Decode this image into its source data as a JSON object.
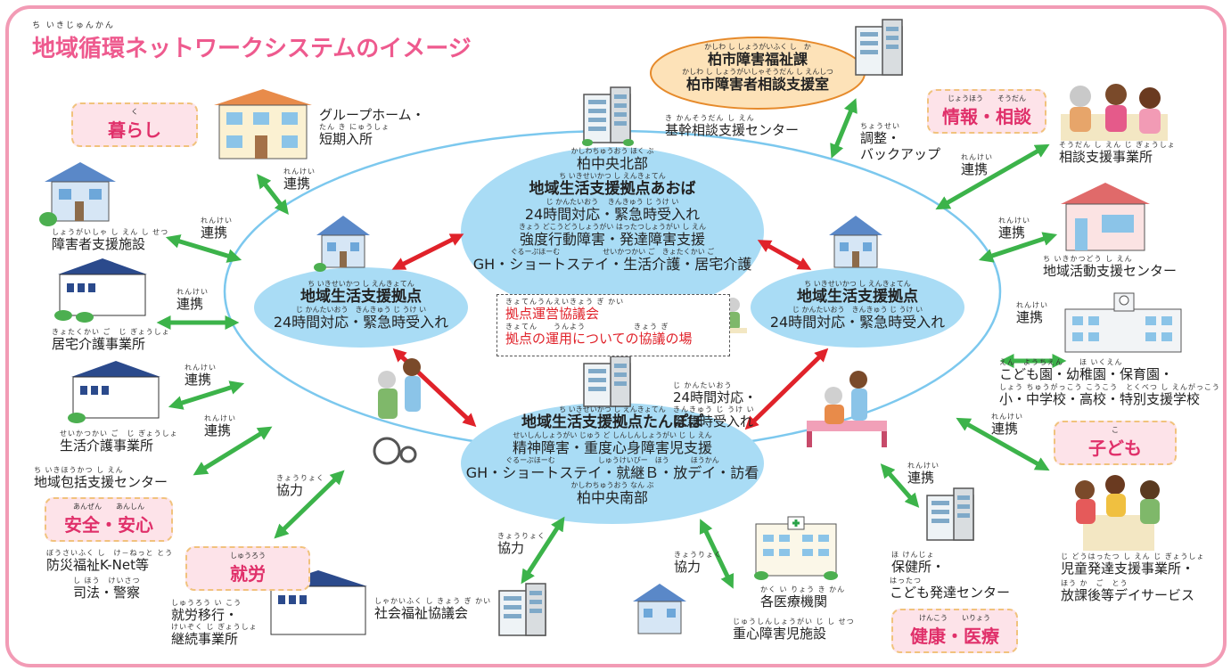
{
  "title": {
    "ruby": "ち いきじゅんかん",
    "text": "地域循環ネットワークシステムのイメージ"
  },
  "categories": {
    "kurashi": {
      "ruby": "く",
      "text": "暮らし"
    },
    "anzen": {
      "ruby": "あんぜん　　あんしん",
      "text": "安全・安心"
    },
    "shuro": {
      "ruby": "しゅうろう",
      "text": "就労"
    },
    "joho": {
      "ruby": "じょうほう　　そうだん",
      "text": "情報・相談"
    },
    "kodomo": {
      "ruby": "こ",
      "text": "子ども"
    },
    "kenko": {
      "ruby": "けんこう　　いりょう",
      "text": "健康・医療"
    }
  },
  "oval_box": {
    "line1_ruby": "かしわ し しょうがいふく し　か",
    "line1": "柏市障害福祉課",
    "line2_ruby": "かしわ し しょうがいしゃそうだん し えんしつ",
    "line2": "柏市障害者相談支援室"
  },
  "center": {
    "kikan_ruby": "き かんそうだん し えん",
    "kikan": "基幹相談支援センター",
    "adjust_ruby": "ちょうせい",
    "adjust1": "調整・",
    "adjust2": "バックアップ"
  },
  "hub_aoba": {
    "area_ruby": "かしわちゅうおう ほく ぶ",
    "area": "柏中央北部",
    "name_ruby": "ち いきせいかつ し えんきょてん",
    "name": "地域生活支援拠点あおば",
    "l1_ruby": "じ かんたいおう　 きんきゅう じ うけ い",
    "l1": "24時間対応・緊急時受入れ",
    "l2_ruby": "きょう どこうどうしょうがい はったつしょうがい し えん",
    "l2": "強度行動障害・発達障害支援",
    "l3_ruby": "ぐるーぷほーむ　　　　　　せいかつかい ご　きょたくかい ご",
    "l3": "GH・ショートステイ・生活介護・居宅介護"
  },
  "hub_left": {
    "name_ruby": "ち いきせいかつ し えんきょてん",
    "name": "地域生活支援拠点",
    "l1_ruby": "じ かんたいおう　きんきゅう じ うけ い",
    "l1": "24時間対応・緊急時受入れ"
  },
  "hub_right": {
    "name_ruby": "ち いきせいかつ し えんきょてん",
    "name": "地域生活支援拠点",
    "l1_ruby": "じ かんたいおう　きんきゅう じ うけ い",
    "l1": "24時間対応・緊急時受入れ"
  },
  "council": {
    "l1_ruby": "きょてんうんえいきょう ぎ かい",
    "l1": "拠点運営協議会",
    "l2_ruby": "きょてん　　うんよう　　　　　　きょう ぎ",
    "l2": "拠点の運用についての協議の場"
  },
  "center_24": {
    "ruby1": "じ かんたいおう",
    "l1": "24時間対応・",
    "ruby2": "きんきゅう じ うけ い",
    "l2": "緊急時受入れ"
  },
  "hub_tanpopo": {
    "name_ruby": "ち いきせいかつ し えんきょてん",
    "name": "地域生活支援拠点たんぽぽ",
    "l1_ruby": "せいしんしょうがい じゅう ど しんしんしょうがい じ し えん",
    "l1": "精神障害・重度心身障害児支援",
    "l2_ruby": "ぐるーぷほーむ　　　　　　しゅうけいびー　ほう　　　ほうかん",
    "l2": "GH・ショートステイ・就継Ｂ・放デイ・訪看",
    "area_ruby": "かしわちゅうおう なん ぶ",
    "area": "柏中央南部"
  },
  "links": {
    "renkei_ruby": "れんけい",
    "renkei": "連携",
    "kyoryoku_ruby": "きょうりょく",
    "kyoryoku": "協力"
  },
  "left_items": {
    "gh_ruby": "たん き にゅうしょ",
    "gh1": "グループホーム・",
    "gh2": "短期入所",
    "shisetsu_ruby": "しょうがいしゃ し えん し せつ",
    "shisetsu": "障害者支援施設",
    "kyotaku_ruby": "きょたくかい ご　じ ぎょうしょ",
    "kyotaku": "居宅介護事業所",
    "seikatsu_ruby": "せいかつかい ご　じ ぎょうしょ",
    "seikatsu": "生活介護事業所",
    "houkatsu_ruby": "ち いきほうかつ し えん",
    "houkatsu": "地域包括支援センター",
    "bosai_ruby": "ぼうさいふく し　け－ねっと とう",
    "bosai": "防災福祉K-Net等",
    "shiho_ruby": "し ほう　けいさつ",
    "shiho": "司法・警察",
    "shuro_ruby": "しゅうろう い こう",
    "shuro1": "就労移行・",
    "shuro2_ruby": "けいぞく じ ぎょうしょ",
    "shuro2": "継続事業所",
    "shakyo_ruby": "しゃかいふく し きょう ぎ かい",
    "shakyo": "社会福祉協議会",
    "iryo_ruby": "かく い りょう き かん",
    "iryo": "各医療機関",
    "jushin_ruby": "じゅうしんしょうがい じ し せつ",
    "jushin": "重心障害児施設"
  },
  "right_items": {
    "sodan_ruby": "そうだん し えん じ ぎょうしょ",
    "sodan": "相談支援事業所",
    "katsudo_ruby": "ち いきかつどう し えん",
    "katsudo": "地域活動支援センター",
    "kodomoen_ruby": "えん　ようちえん　　ほ いくえん",
    "kodomoen": "こども園・幼稚園・保育園・",
    "gakko_ruby": "しょう ちゅうがっこう こうこう　とくべつ し えんがっこう",
    "gakko": "小・中学校・高校・特別支援学校",
    "jido_ruby": "じ どうはったつ し えん じ ぎょうしょ",
    "jido": "児童発達支援事業所・",
    "hokago_ruby": "ほう か　ご　とう",
    "hokago": "放課後等デイサービス",
    "hoken_ruby": "ほ けんじょ",
    "hoken": "保健所・",
    "hattatsu_ruby": "はったつ",
    "hattatsu": "こども発達センター"
  },
  "colors": {
    "frame": "#f29bb5",
    "hub": "#a9dcf5",
    "arrow_green": "#3cb34a",
    "arrow_red": "#e0222a",
    "title": "#ee5a8e"
  }
}
